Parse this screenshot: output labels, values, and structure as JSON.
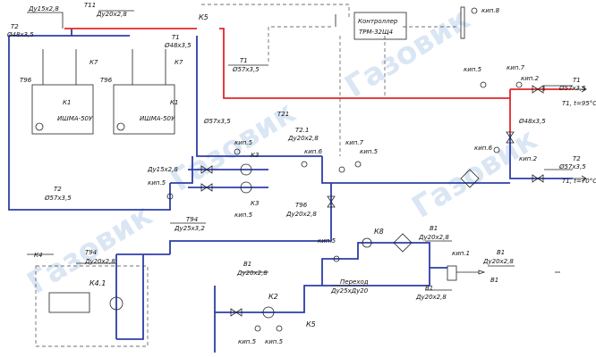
{
  "labels": {
    "top_fitting": "Ду15х2,8",
    "t11": "Т11",
    "t11_size": "Ду20х2,8",
    "k5_top": "К5",
    "controller_l1": "Контроллер",
    "controller_l2": "ТРМ-32Щ4",
    "kip8": "кип.8",
    "t2_left": "Т2",
    "t2_left_size": "Ø48х3,5",
    "t1_boiler": "Т1",
    "t1_boiler_size": "Ø48х3,5",
    "k7_left": "К7",
    "k7_right": "К7",
    "t96": "Т96",
    "t96_b": "Т96",
    "k1_left": "К1",
    "k1_right": "К1",
    "boiler_left": "ИШМА-50У",
    "boiler_right": "ИШМА-50У",
    "t1_main": "Т1",
    "t1_main_size": "Ø57х3,5",
    "kip5_r1": "кип.5",
    "kip7_r": "кип.7",
    "kip2_r": "кип.2",
    "t1_out": "Т1",
    "t1_out_size": "Ø57х3,5",
    "t1_out_temp": "Т1, t=95°С",
    "d57_left": "Ø57х3,5",
    "t21": "Т21",
    "t21_b": "Т2.1",
    "t21_size": "Ду20х2,8",
    "kip5_a": "кип.5",
    "k3_a": "К3",
    "kip6_a": "кип.6",
    "kip7_c": "кип.7",
    "kip5_c": "кип.5",
    "d48_r": "Ø48х3,5",
    "kip6_r": "кип.6",
    "t2_out": "Т2",
    "t2_out_size": "Ø57х3,5",
    "t2_out_temp": "Т1, t=70°С",
    "kip2_r2": "кип.2",
    "du15_left": "Ду15х2,8",
    "kip5_left": "кип.5",
    "k3_b": "К3",
    "kip5_b": "кип.5",
    "t96_main": "Т96",
    "t96_main_size": "Ду20х2,8",
    "t2_bottom": "Т2",
    "t2_bottom_size": "Ø57х3,5",
    "t94_top": "Т94",
    "t94_top_size": "Ду25х3,2",
    "k4": "К4",
    "t94_mid": "Т94",
    "t94_mid_size": "Ду20х2,8",
    "k41": "К4.1",
    "kip5_mid": "кип.5",
    "k8": "К8",
    "b1_top": "В1",
    "b1_top_size": "Ду20х2,8",
    "kip1": "кип.1",
    "b1_right": "В1",
    "b1_right_size": "Ду20х2,8",
    "b1_arrow": "В1",
    "b1_pump": "В1",
    "b1_pump_size": "Ду20х2,8",
    "k2": "К2",
    "perehod": "Переход",
    "perehod_size": "Ду25хДу20",
    "b1_low": "В1",
    "b1_low_size": "Ду20х2,8",
    "kip5_low1": "кип.5",
    "kip5_low2": "кип.5",
    "k5_low": "К5",
    "watermark": "Газовик"
  },
  "colors": {
    "supply": "#e0262b",
    "return": "#2d3ea8",
    "line": "#222222"
  }
}
